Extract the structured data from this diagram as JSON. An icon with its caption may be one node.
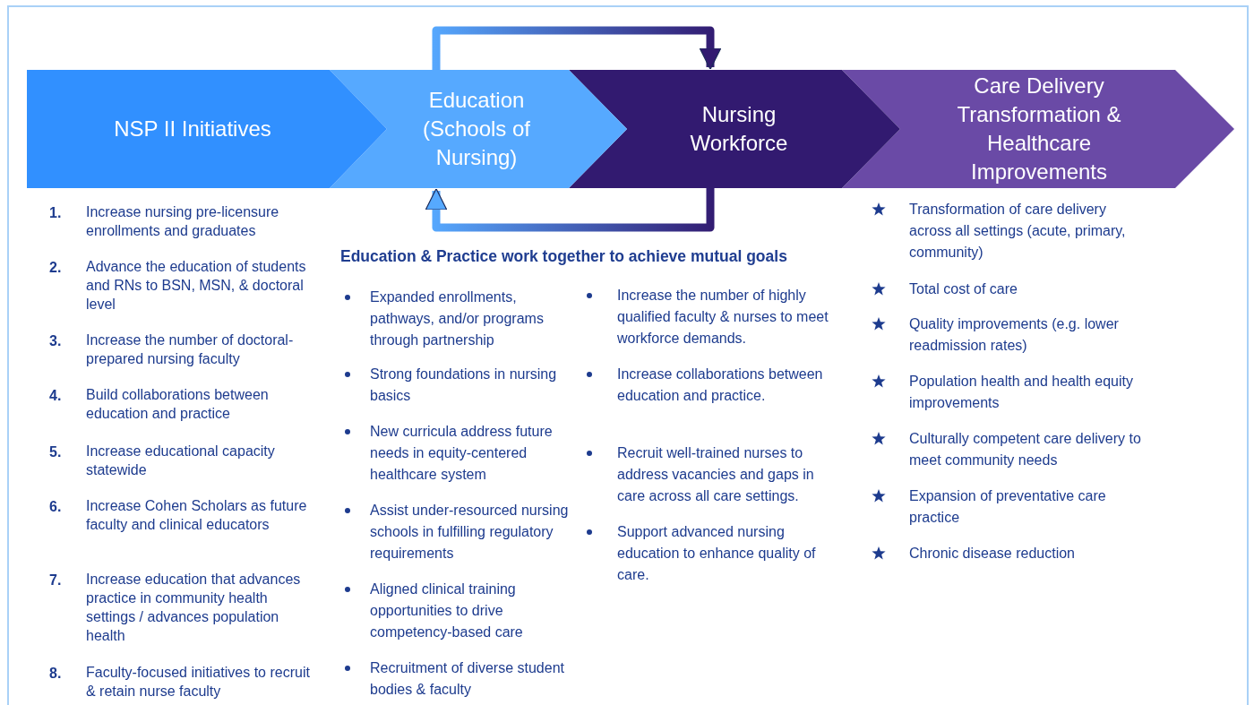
{
  "diagram": {
    "nodes": [
      {
        "text": [
          "NSP II Initiatives"
        ]
      },
      {
        "text": [
          "Education (Schools of Nursing)"
        ]
      },
      {
        "text": [
          "Nursing Workforce"
        ]
      },
      {
        "text": [
          "Care Delivery Transformation & Healthcare Improvements"
        ]
      }
    ],
    "edges": [
      {
        "from": 1,
        "to": 2,
        "arrow": "to"
      },
      {
        "from": 2,
        "to": 1,
        "arrow": "to"
      }
    ],
    "labels": [
      "1.",
      "Increase nursing pre-licensure enrollments and graduates",
      "2.",
      "Advance the education of students and RNs to BSN, MSN, & doctoral level",
      "3.",
      "Increase the number of doctoral-prepared nursing faculty",
      "4.",
      "Build collaborations between education and practice",
      "5.",
      "Increase educational capacity statewide",
      "6.",
      "Increase Cohen Scholars as future faculty and clinical educators",
      "7.",
      "Increase education that advances practice in community health settings / advances population health",
      "8.",
      "Faculty-focused initiatives to recruit & retain nurse faculty",
      "Education & Practice work together to achieve mutual goals",
      "Expanded enrollments, pathways, and/or programs through partnership",
      "Strong foundations in nursing basics",
      "New curricula address future needs in equity-centered healthcare system",
      "Assist under-resourced nursing schools in fulfilling regulatory requirements",
      "Aligned clinical training opportunities to drive competency-based care",
      "Recruitment of diverse student bodies & faculty",
      "Increase the number of highly qualified faculty & nurses to meet workforce demands.",
      "Increase collaborations between education and practice.",
      "Recruit well-trained nurses to address vacancies and gaps in care across all care settings.",
      "Support advanced nursing education to enhance quality of care.",
      "Transformation of care delivery across all settings (acute, primary, community)",
      "Total cost of care",
      "Quality improvements (e.g. lower readmission rates)",
      "Population health and health equity improvements",
      "Culturally competent care delivery to meet community needs",
      "Expansion of preventative care practice",
      "Chronic disease reduction"
    ]
  }
}
